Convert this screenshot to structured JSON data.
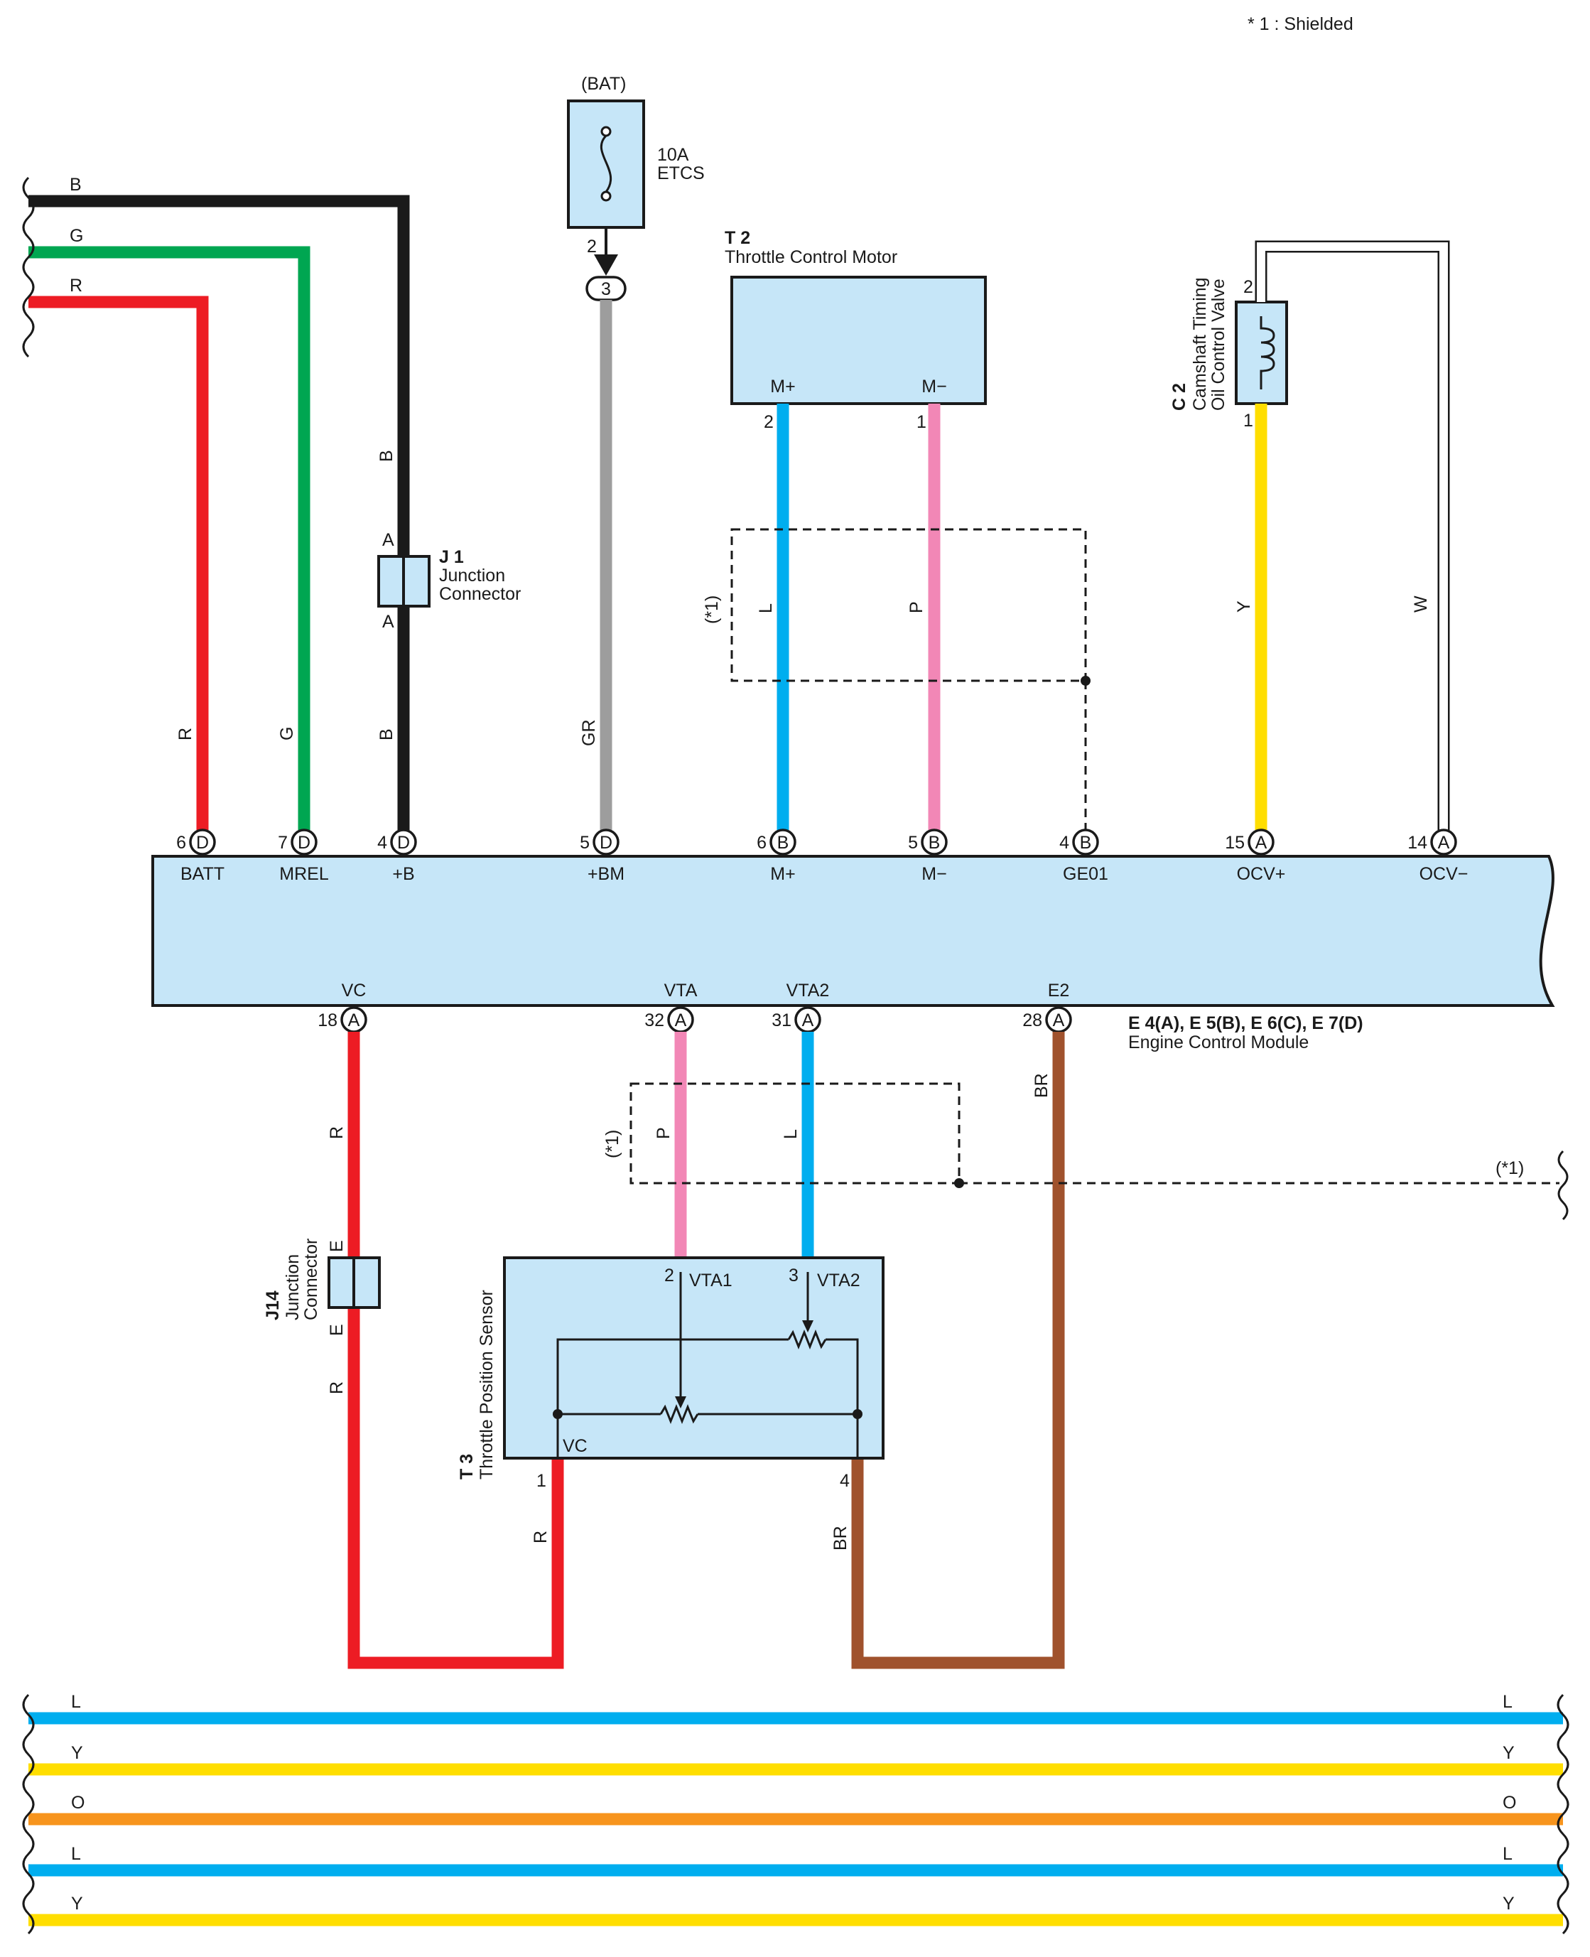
{
  "note": "* 1 : Shielded",
  "shield_mark": "(*1)",
  "colors": {
    "B": "#1a1a1a",
    "G": "#00a651",
    "R": "#ed1c24",
    "GR": "#9d9d9d",
    "L": "#00aeef",
    "P": "#f287b6",
    "Y": "#ffde00",
    "W": "#ffffff",
    "BR": "#a0522d",
    "O": "#f7941d",
    "component_fill": "#c6e6f8"
  },
  "fuse": {
    "source": "(BAT)",
    "rating": "10A",
    "name": "ETCS",
    "pin": "2",
    "connector_pin": "3",
    "icon": "fuse-icon"
  },
  "t2": {
    "id": "T 2",
    "name": "Throttle Control Motor",
    "terminal_plus": "M+",
    "terminal_minus": "M−",
    "pin_plus": "2",
    "pin_minus": "1"
  },
  "c2": {
    "id": "C 2",
    "name_line1": "Camshaft Timing",
    "name_line2": "Oil Control Valve",
    "pin_top": "2",
    "pin_bottom": "1",
    "icon": "coil-icon"
  },
  "j1": {
    "id": "J 1",
    "name_line1": "Junction",
    "name_line2": "Connector",
    "pin_top": "A",
    "pin_bottom": "A"
  },
  "j14": {
    "id": "J14",
    "name_line1": "Junction",
    "name_line2": "Connector",
    "pin_top": "E",
    "pin_bottom": "E"
  },
  "t3": {
    "id": "T 3",
    "name": "Throttle Position Sensor",
    "vta1": "VTA1",
    "vta2": "VTA2",
    "vc": "VC",
    "pin_vta1": "2",
    "pin_vta2": "3",
    "pin_vc": "1",
    "pin_e2": "4",
    "icon": "potentiometer-icon"
  },
  "ecm": {
    "title": "E 4(A), E 5(B), E 6(C), E 7(D)",
    "name": "Engine Control Module",
    "top_pins": [
      {
        "num": "6",
        "conn": "D",
        "label": "BATT"
      },
      {
        "num": "7",
        "conn": "D",
        "label": "MREL"
      },
      {
        "num": "4",
        "conn": "D",
        "label": "+B"
      },
      {
        "num": "5",
        "conn": "D",
        "label": "+BM"
      },
      {
        "num": "6",
        "conn": "B",
        "label": "M+"
      },
      {
        "num": "5",
        "conn": "B",
        "label": "M−"
      },
      {
        "num": "4",
        "conn": "B",
        "label": "GE01"
      },
      {
        "num": "15",
        "conn": "A",
        "label": "OCV+"
      },
      {
        "num": "14",
        "conn": "A",
        "label": "OCV−"
      }
    ],
    "bottom_pins": [
      {
        "num": "18",
        "conn": "A",
        "label": "VC"
      },
      {
        "num": "32",
        "conn": "A",
        "label": "VTA"
      },
      {
        "num": "31",
        "conn": "A",
        "label": "VTA2"
      },
      {
        "num": "28",
        "conn": "A",
        "label": "E2"
      }
    ]
  },
  "wire_labels": {
    "top_left": [
      "B",
      "G",
      "R"
    ],
    "batt": "R",
    "mrel": "G",
    "plus_b_upper": "B",
    "plus_b_lower": "B",
    "bm": "GR",
    "m_plus": "L",
    "m_minus": "P",
    "ocv_plus": "Y",
    "ocv_minus": "W",
    "vc_upper": "R",
    "vc_lower": "R",
    "t3_vc": "R",
    "vta": "P",
    "vta2": "L",
    "e2": "BR",
    "t3_e2": "BR"
  },
  "bus_lines": [
    "L",
    "Y",
    "O",
    "L",
    "Y"
  ]
}
